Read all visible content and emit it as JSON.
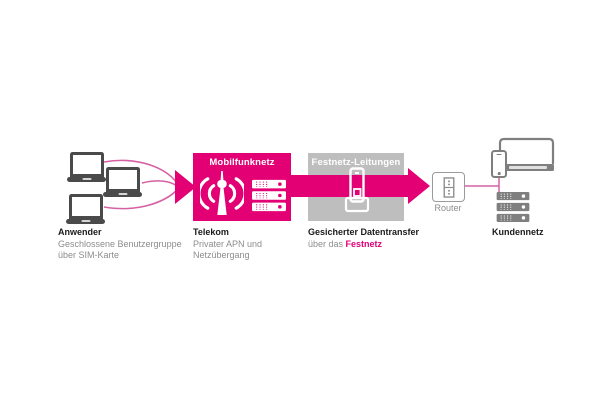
{
  "diagram": {
    "anwender": {
      "title": "Anwender",
      "line1": "Geschlossene Benutzergruppe",
      "line2": "über SIM-Karte"
    },
    "mobilfunknetz": {
      "box_title": "Mobilfunknetz",
      "caption_title": "Telekom",
      "caption_line1": "Privater APN und",
      "caption_line2": "Netzübergang"
    },
    "festnetz": {
      "box_title": "Festnetz-Leitungen",
      "caption_title": "Gesicherter Datentransfer",
      "caption_prefix": "über das ",
      "caption_highlight": "Festnetz"
    },
    "router_label": "Router",
    "kundennetz_label": "Kundennetz"
  },
  "colors": {
    "telekom_magenta": "#E20074",
    "box_gray": "#BEBEBE",
    "device_dark_gray": "#4A4A4A",
    "device_gray": "#7F7F7F",
    "link_pink": "#D561A2",
    "text_primary": "#1A1A1A",
    "text_secondary": "#8C8C8C"
  }
}
